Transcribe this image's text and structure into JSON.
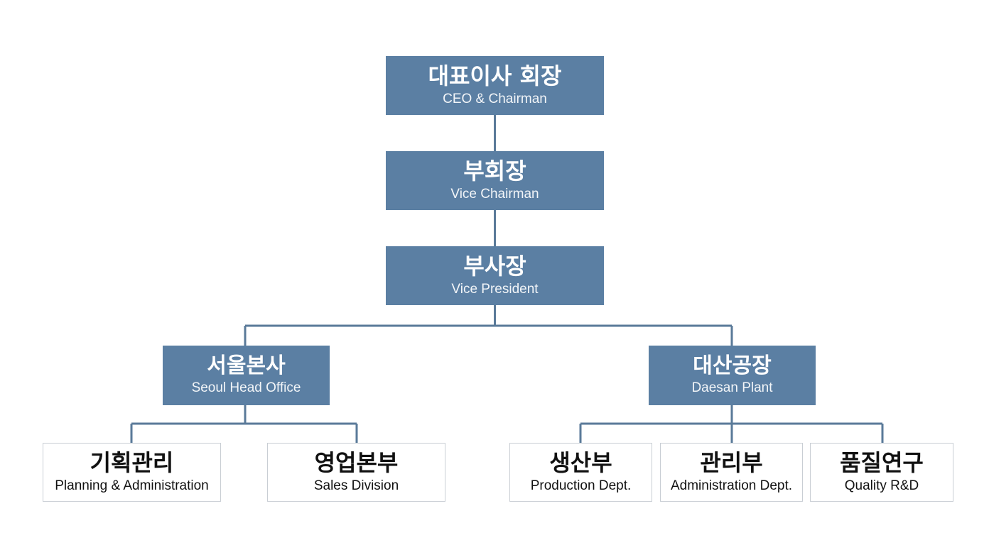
{
  "org_chart": {
    "ceo": {
      "ko": "대표이사 회장",
      "en": "CEO & Chairman"
    },
    "vice_chairman": {
      "ko": "부회장",
      "en": "Vice Chairman"
    },
    "vice_president": {
      "ko": "부사장",
      "en": "Vice President"
    },
    "seoul_office": {
      "ko": "서울본사",
      "en": "Seoul Head Office"
    },
    "daesan_plant": {
      "ko": "대산공장",
      "en": "Daesan Plant"
    },
    "planning": {
      "ko": "기획관리",
      "en": "Planning & Administration"
    },
    "sales": {
      "ko": "영업본부",
      "en": "Sales Division"
    },
    "production": {
      "ko": "생산부",
      "en": "Production Dept."
    },
    "administration": {
      "ko": "관리부",
      "en": "Administration Dept."
    },
    "quality": {
      "ko": "품질연구",
      "en": "Quality R&D"
    }
  },
  "colors": {
    "box_fill": "#5b7fa3",
    "connector": "#5a7a99",
    "outline_border": "#c9ced4"
  }
}
